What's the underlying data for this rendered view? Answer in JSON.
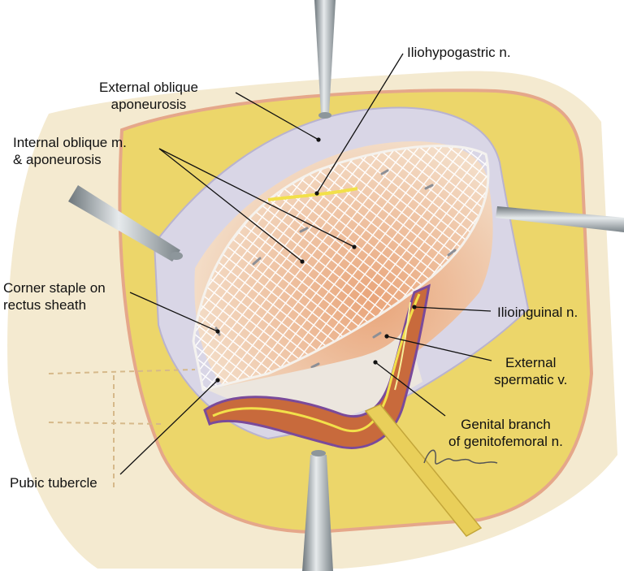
{
  "labels": {
    "external_oblique": [
      "External oblique",
      "aponeurosis"
    ],
    "iliohypogastric": "Iliohypogastric n.",
    "internal_oblique": [
      "Internal oblique m.",
      "& aponeurosis"
    ],
    "corner_staple": [
      "Corner staple on",
      "rectus sheath"
    ],
    "ilioinguinal": "Ilioinguinal n.",
    "external_spermatic": [
      "External",
      "spermatic v."
    ],
    "genital_branch": [
      "Genital branch",
      "of genitofemoral n."
    ],
    "pubic_tubercle": "Pubic tubercle"
  },
  "colors": {
    "fat": "#ecd66a",
    "aponeurosis": "#d9d6e6",
    "muscle": "#e6b486",
    "mesh": "#ffffff",
    "cord": "#c86a3c",
    "nerve": "#f2e04a",
    "instrument": "#9aa2a6",
    "leader": "#111111"
  }
}
